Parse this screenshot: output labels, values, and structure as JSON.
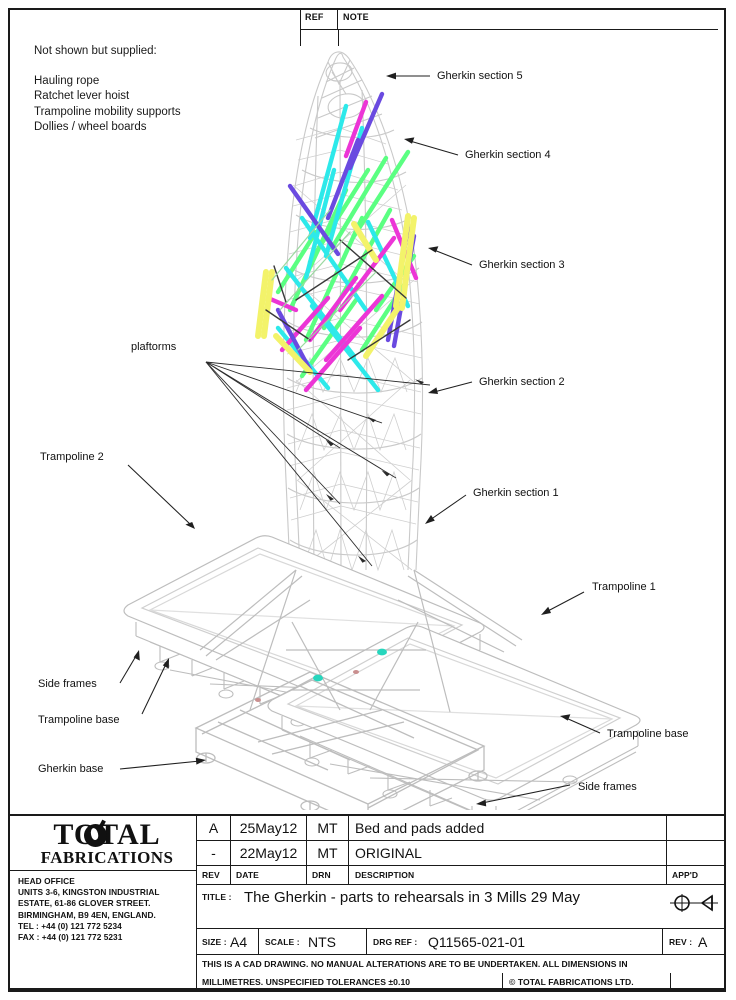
{
  "sheet": {
    "ref_header": {
      "ref": "REF",
      "note": "NOTE"
    }
  },
  "notes": {
    "heading": "Not shown but supplied:",
    "items": [
      "Hauling rope",
      "Ratchet lever hoist",
      "Trampoline mobility supports",
      "Dollies / wheel boards"
    ]
  },
  "callouts": [
    {
      "id": "gherkin-section-5",
      "label": "Gherkin section 5"
    },
    {
      "id": "gherkin-section-4",
      "label": "Gherkin section 4"
    },
    {
      "id": "gherkin-section-3",
      "label": "Gherkin section 3"
    },
    {
      "id": "gherkin-section-2",
      "label": "Gherkin section 2"
    },
    {
      "id": "gherkin-section-1",
      "label": "Gherkin section 1"
    },
    {
      "id": "platforms",
      "label": "plaftorms"
    },
    {
      "id": "trampoline-2",
      "label": "Trampoline 2"
    },
    {
      "id": "trampoline-1",
      "label": "Trampoline 1"
    },
    {
      "id": "side-frames-left",
      "label": "Side frames"
    },
    {
      "id": "trampoline-base-left",
      "label": "Trampoline base"
    },
    {
      "id": "gherkin-base",
      "label": "Gherkin base"
    },
    {
      "id": "trampoline-base-right",
      "label": "Trampoline base"
    },
    {
      "id": "side-frames-right",
      "label": "Side frames"
    }
  ],
  "revisions": {
    "columns": [
      "REV",
      "DATE",
      "DRN",
      "DESCRIPTION",
      "APP'D"
    ],
    "rows": [
      {
        "rev": "A",
        "date": "25May12",
        "drn": "MT",
        "description": "Bed and pads added",
        "appd": ""
      },
      {
        "rev": "-",
        "date": "22May12",
        "drn": "MT",
        "description": "ORIGINAL",
        "appd": ""
      }
    ]
  },
  "title_block": {
    "title_label": "TITLE :",
    "title_value": "The Gherkin - parts to rehearsals in 3 Mills 29 May",
    "size_label": "SIZE :",
    "size_value": "A4",
    "scale_label": "SCALE :",
    "scale_value": "NTS",
    "drg_ref_label": "DRG REF :",
    "drg_ref_value": "Q11565-021-01",
    "rev_label": "REV :",
    "rev_value": "A",
    "notice_line1": "THIS IS A CAD DRAWING. NO MANUAL ALTERATIONS ARE TO BE UNDERTAKEN. ALL DIMENSIONS IN",
    "notice_line2": "MILLIMETRES. UNSPECIFIED TOLERANCES ±0.10",
    "copyright": "© TOTAL FABRICATIONS LTD.",
    "projection_symbol": "first-angle-projection-icon"
  },
  "company": {
    "logo_line1": "TOTAL",
    "logo_line2": "FABRICATIONS",
    "address": [
      "HEAD OFFICE",
      "UNITS 3-6, KINGSTON INDUSTRIAL",
      "ESTATE, 61-86 GLOVER STREET.",
      "BIRMINGHAM, B9 4EN, ENGLAND.",
      "TEL : +44 (0) 121 772 5234",
      "FAX : +44 (0) 121 772 5231"
    ]
  },
  "drawing": {
    "name": "isometric-assembly-view",
    "description": "Isometric CAD view of a lattice truss tower (The Gherkin) standing on a wheeled base between two trampolines",
    "colors": {
      "structure": "#c8c8c8",
      "structure_dark": "#9a9a9a",
      "green": "#5bff82",
      "cyan": "#2ee8e8",
      "magenta": "#ee35d8",
      "yellow": "#f3f36a",
      "violet": "#6a4ae0",
      "teal_node": "#27d6bd",
      "outline": "#b9b9b9"
    }
  }
}
